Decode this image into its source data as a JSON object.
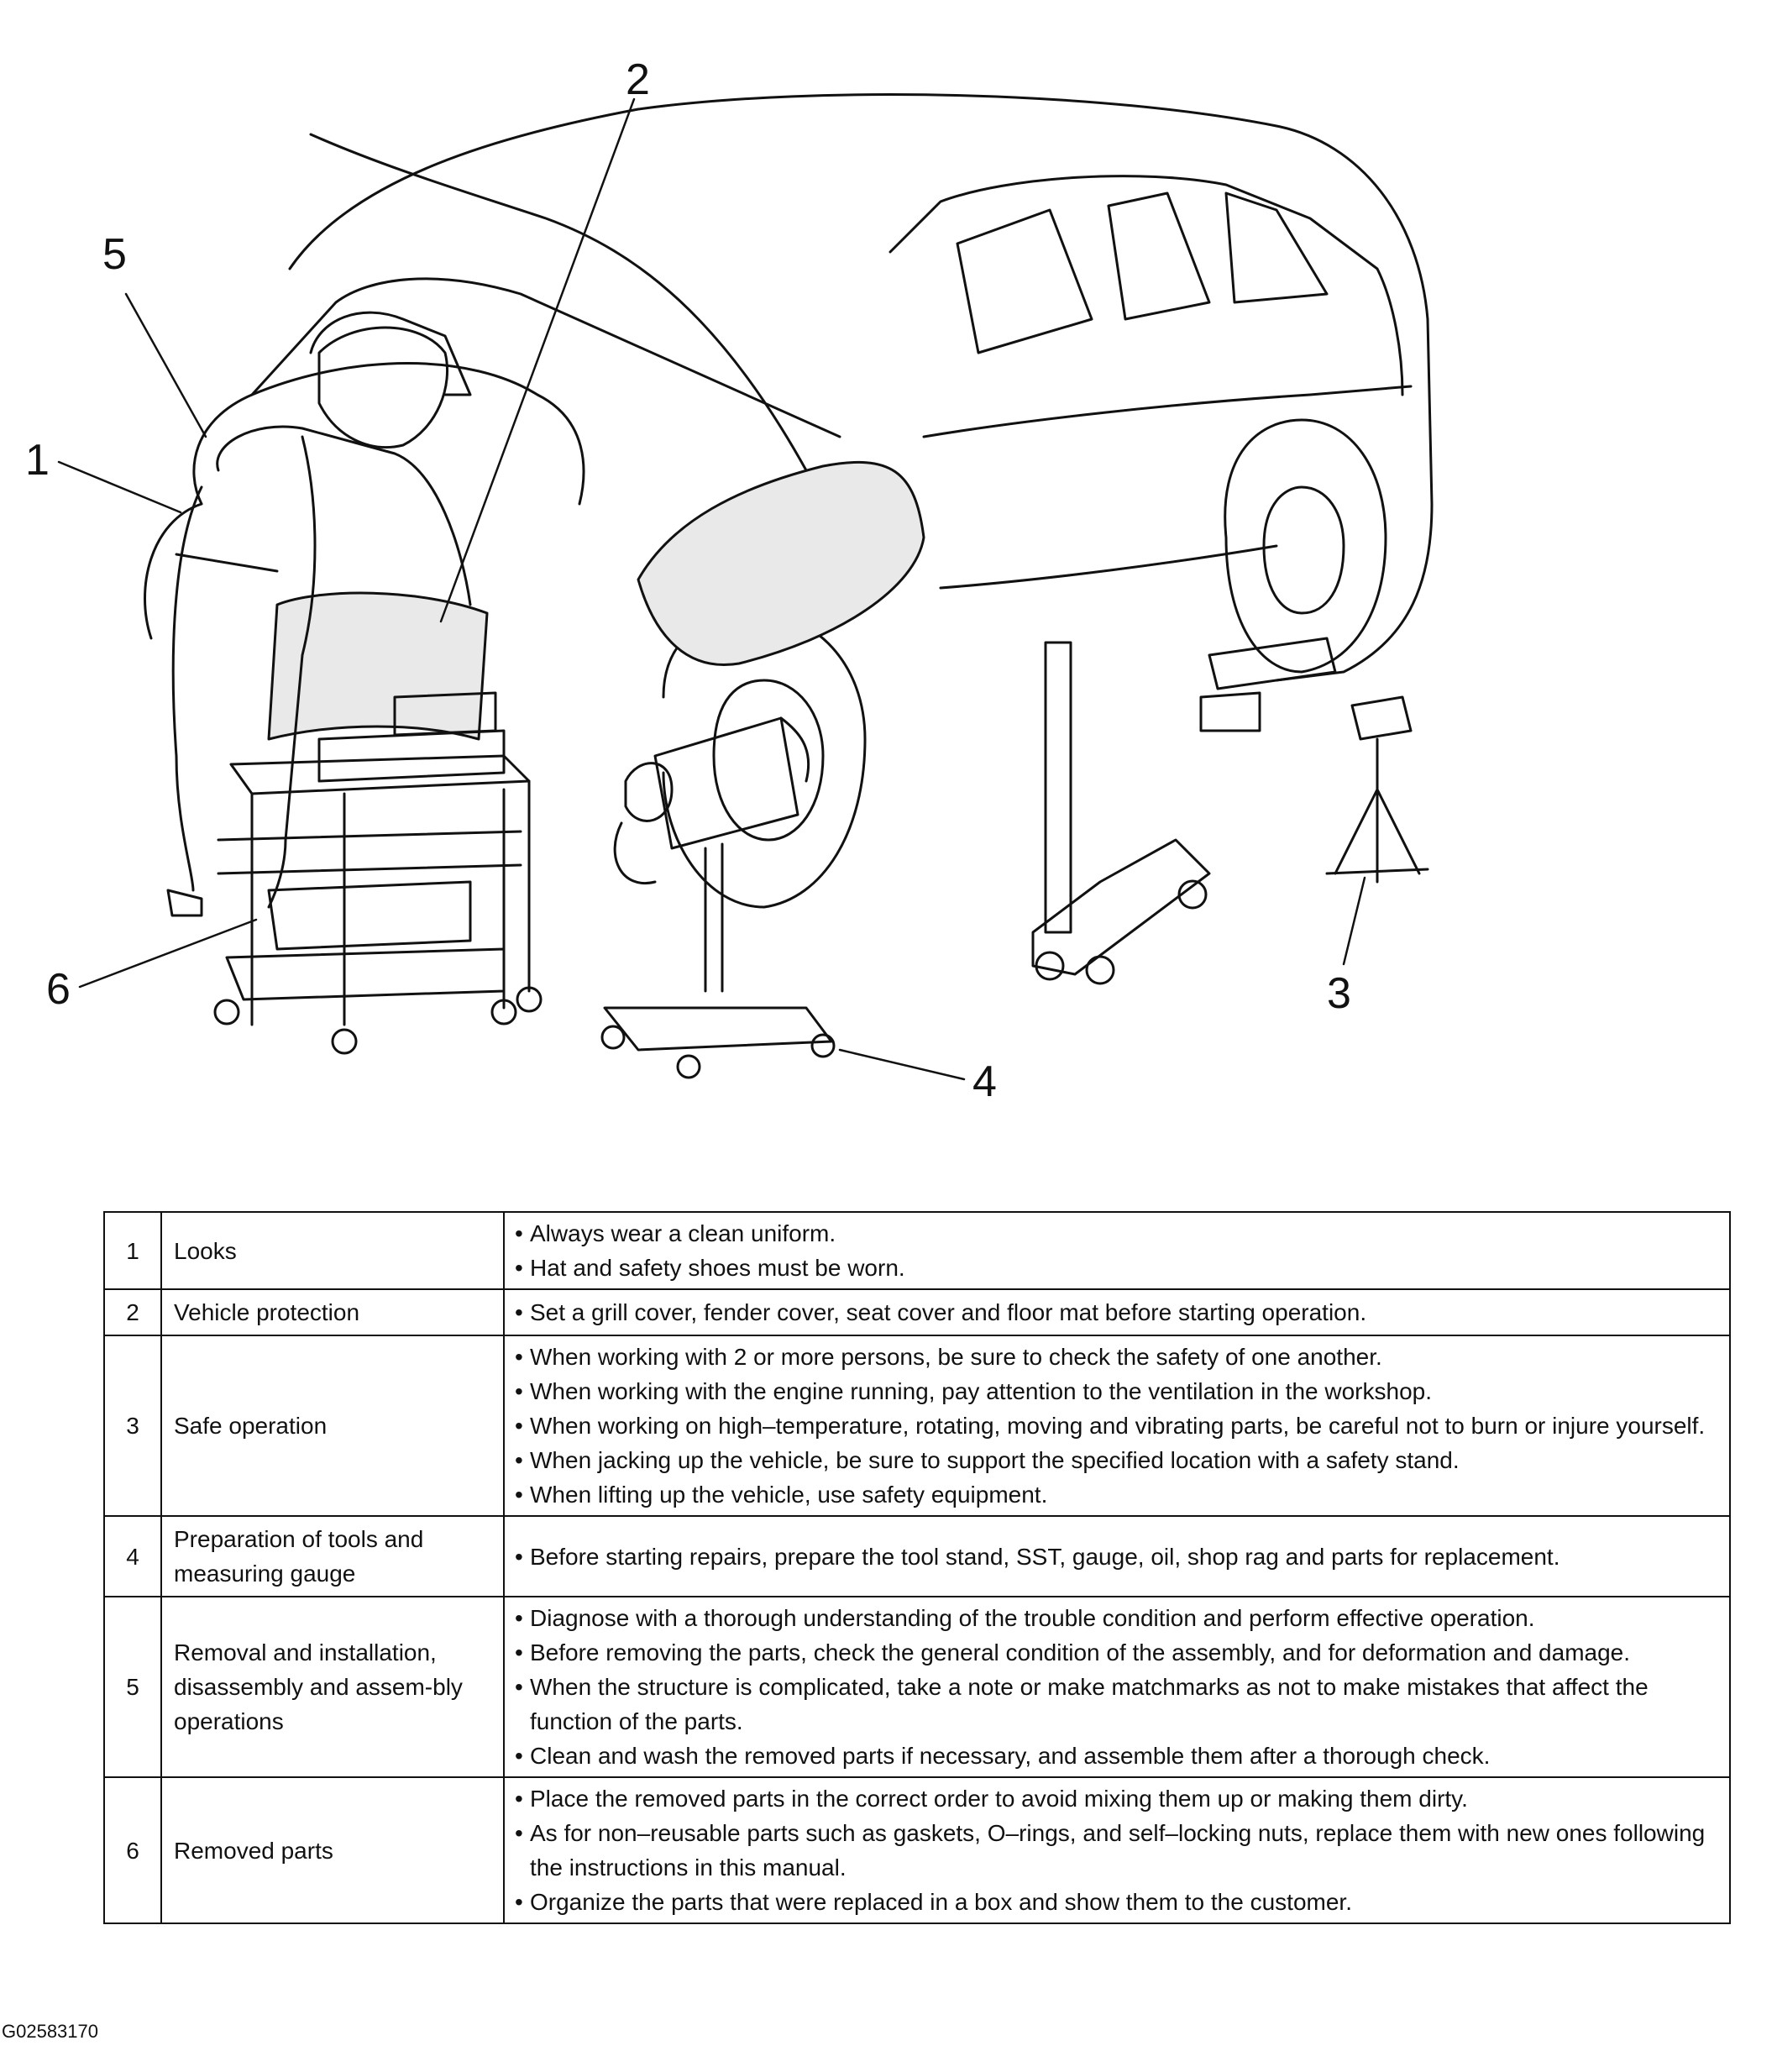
{
  "illustration": {
    "callouts": [
      "1",
      "2",
      "3",
      "4",
      "5",
      "6"
    ],
    "colors": {
      "line": "#111111",
      "cover_fill": "#e9e9e9",
      "background": "#ffffff"
    }
  },
  "table": {
    "rows": [
      {
        "num": "1",
        "title": "Looks",
        "items": [
          "Always wear a clean uniform.",
          "Hat and safety shoes must be worn."
        ]
      },
      {
        "num": "2",
        "title": "Vehicle protection",
        "items": [
          "Set a grill cover, fender cover, seat cover and floor mat before starting operation."
        ]
      },
      {
        "num": "3",
        "title": "Safe operation",
        "items": [
          "When working with 2 or more persons, be sure to check the safety of one another.",
          "When working with the engine running, pay attention to the ventilation in the workshop.",
          "When working on high–temperature, rotating, moving and vibrating parts, be careful not to burn or injure yourself.",
          "When jacking up the vehicle, be sure to support the specified location with a safety stand.",
          "When lifting up the vehicle, use safety equipment."
        ]
      },
      {
        "num": "4",
        "title": "Preparation of tools and measuring gauge",
        "items": [
          "Before starting repairs, prepare the tool stand, SST, gauge, oil, shop rag and parts for replacement."
        ]
      },
      {
        "num": "5",
        "title": "Removal and installation, disassembly and assem-bly operations",
        "items": [
          "Diagnose with a thorough understanding of the trouble condition and perform effective operation.",
          "Before removing the parts, check the general condition of the assembly, and for deformation and damage.",
          "When the structure is complicated, take a note or make matchmarks as not to make mistakes that affect the function of the parts.",
          "Clean and wash the removed parts if necessary, and assemble them after a thorough check."
        ]
      },
      {
        "num": "6",
        "title": "Removed parts",
        "items": [
          "Place the removed parts in the correct order to avoid mixing them up or making them dirty.",
          "As for non–reusable parts such as gaskets, O–rings, and self–locking nuts, replace them with new ones following the instructions in this manual.",
          "Organize the parts that were replaced in a box and show them to the customer."
        ]
      }
    ]
  },
  "figure_code": "G02583170"
}
